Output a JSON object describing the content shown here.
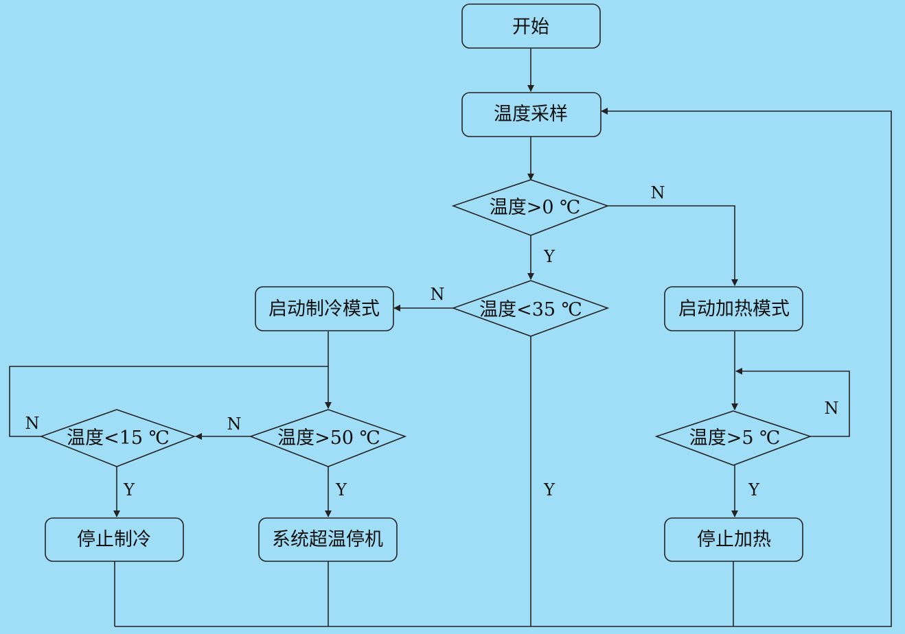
{
  "colors": {
    "background": "#a0def7",
    "stroke": "#222222",
    "text": "#111111"
  },
  "nodes": {
    "start": "开始",
    "sample": "温度采样",
    "cond_gt0": "温度>0 ℃",
    "cond_lt35": "温度<35 ℃",
    "cooling_mode": "启动制冷模式",
    "heating_mode": "启动加热模式",
    "cond_gt50": "温度>50 ℃",
    "cond_lt15": "温度<15 ℃",
    "cond_gt5": "温度>5 ℃",
    "stop_cooling": "停止制冷",
    "overheat_shutdown": "系统超温停机",
    "stop_heating": "停止加热"
  },
  "edge_labels": {
    "gt0_no": "N",
    "gt0_yes": "Y",
    "lt35_no": "N",
    "lt35_yes": "Y",
    "gt50_no": "N",
    "gt50_yes": "Y",
    "lt15_no": "N",
    "lt15_yes": "Y",
    "gt5_no": "N",
    "gt5_yes": "Y"
  }
}
